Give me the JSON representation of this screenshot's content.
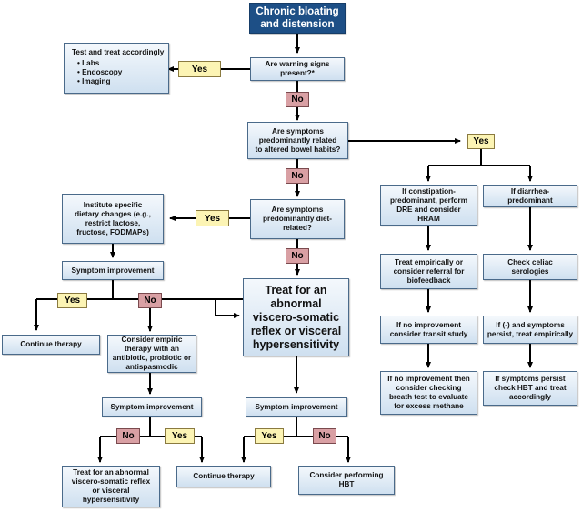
{
  "nodes": {
    "start": "Chronic bloating\nand distension",
    "warning_q": "Are warning signs\npresent?*",
    "test_treat": {
      "title": "Test and treat accordingly",
      "items": [
        "Labs",
        "Endoscopy",
        "Imaging"
      ]
    },
    "bowel_q": "Are symptoms\npredominantly related\nto altered bowel habits?",
    "diet_q": "Are symptoms\npredominantly diet-\nrelated?",
    "diet_changes": "Institute specific\ndietary changes (e.g.,\nrestrict lactose,\nfructose, FODMAPs)",
    "symptom_improvement_1": "Symptom improvement",
    "continue_1": "Continue therapy",
    "empiric": "Consider empiric\ntherapy with an\nantibiotic, probiotic or\nantispasmodic",
    "symptom_improvement_2": "Symptom improvement",
    "treat_viscero_small": "Treat for an abnormal\nviscero-somatic reflex\nor visceral\nhypersensitivity",
    "treat_viscero_big": "Treat for an\nabnormal\nviscero-somatic\nreflex or visceral\nhypersensitivity",
    "symptom_improvement_3": "Symptom improvement",
    "continue_2": "Continue therapy",
    "hbt": "Consider performing\nHBT",
    "constipation": "If constipation-\npredominant, perform\nDRE and consider\nHRAM",
    "diarrhea": "If diarrhea-\npredominant",
    "treat_empiric": "Treat empirically or\nconsider referral for\nbiofeedback",
    "celiac": "Check celiac\nserologies",
    "transit": "If no improvement\nconsider transit study",
    "celiac_neg": "If (-) and symptoms\npersist, treat empirically",
    "breath": "If no improvement then\nconsider checking\nbreath test to evaluate\nfor excess methane",
    "persist_hbt": "If symptoms persist\ncheck HBT and treat\naccordingly"
  },
  "labels": {
    "yes": "Yes",
    "no": "No"
  },
  "colors": {
    "start_fill": "#1d4f86",
    "box_border": "#4a6a8a",
    "yes_fill": "#fcf4b4",
    "no_fill": "#d9a0a4",
    "arrow": "#000000"
  }
}
